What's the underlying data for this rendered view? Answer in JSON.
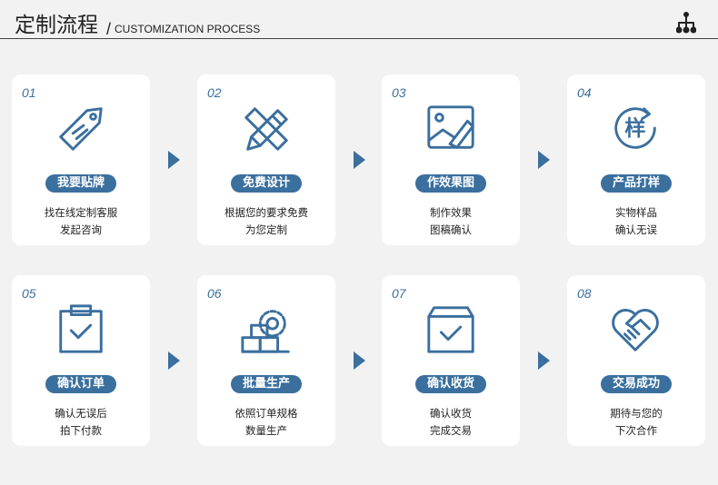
{
  "header": {
    "title": "定制流程",
    "subtitle": "CUSTOMIZATION PROCESS",
    "separator": "/"
  },
  "steps": [
    {
      "num": "01",
      "label": "我要贴牌",
      "line1": "找在线定制客服",
      "line2": "发起咨询",
      "icon": "tag-icon"
    },
    {
      "num": "02",
      "label": "免费设计",
      "line1": "根据您的要求免费",
      "line2": "为您定制",
      "icon": "pencil-ruler-icon"
    },
    {
      "num": "03",
      "label": "作效果图",
      "line1": "制作效果",
      "line2": "图稿确认",
      "icon": "image-edit-icon"
    },
    {
      "num": "04",
      "label": "产品打样",
      "line1": "实物样品",
      "line2": "确认无误",
      "icon": "sample-icon",
      "icon_text": "样"
    },
    {
      "num": "05",
      "label": "确认订单",
      "line1": "确认无误后",
      "line2": "拍下付款",
      "icon": "clipboard-check-icon"
    },
    {
      "num": "06",
      "label": "批量生产",
      "line1": "依照订单规格",
      "line2": "数量生产",
      "icon": "factory-gear-icon"
    },
    {
      "num": "07",
      "label": "确认收货",
      "line1": "确认收货",
      "line2": "完成交易",
      "icon": "box-check-icon"
    },
    {
      "num": "08",
      "label": "交易成功",
      "line1": "期待与您的",
      "line2": "下次合作",
      "icon": "handshake-heart-icon"
    }
  ],
  "colors": {
    "accent": "#3a6f9e",
    "background": "#f2f2f2"
  }
}
